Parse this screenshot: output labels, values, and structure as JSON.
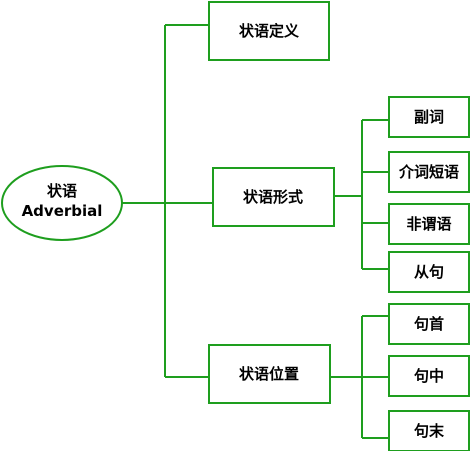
{
  "colors": {
    "stroke": "#1e9e1e",
    "text": "#000000",
    "background": "#ffffff"
  },
  "root": {
    "line1": "状语",
    "line2": "Adverbial"
  },
  "branches": {
    "definition": {
      "label": "状语定义"
    },
    "form": {
      "label": "状语形式",
      "children": [
        "副词",
        "介词短语",
        "非谓语",
        "从句"
      ]
    },
    "position": {
      "label": "状语位置",
      "children": [
        "句首",
        "句中",
        "句末"
      ]
    }
  }
}
